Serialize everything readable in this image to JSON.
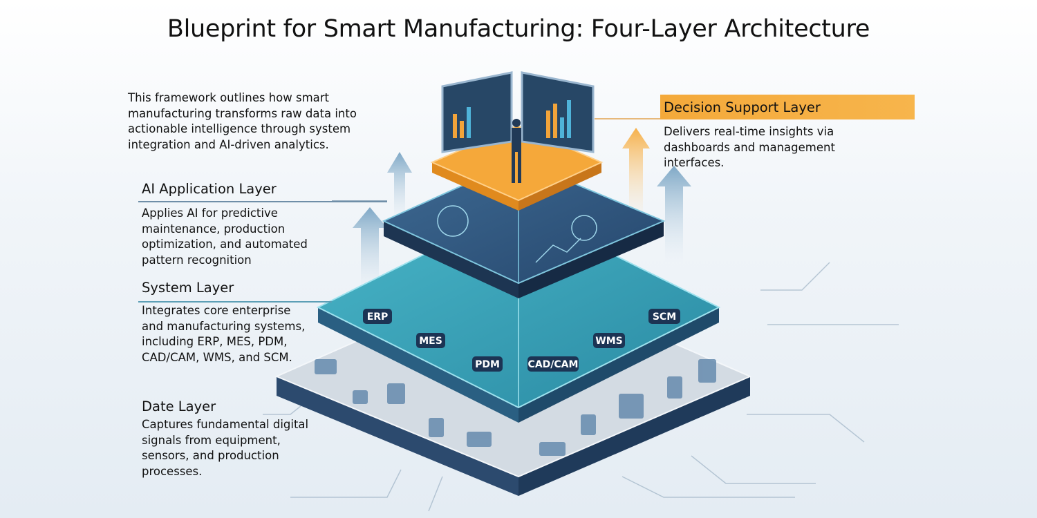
{
  "title": "Blueprint for Smart Manufacturing: Four-Layer Architecture",
  "intro": "This framework outlines how smart manufacturing transforms raw data into actionable intelligence through system integration and AI-driven analytics.",
  "layers": {
    "decision": {
      "heading": "Decision Support Layer",
      "body": "Delivers real-time insights via dashboards and management interfaces."
    },
    "ai": {
      "heading": "AI Application Layer",
      "body": "Applies AI for predictive maintenance, production optimization, and automated pattern recognition"
    },
    "system": {
      "heading": "System Layer",
      "body": "Integrates core enterprise and manufacturing systems, including ERP, MES, PDM, CAD/CAM, WMS, and SCM."
    },
    "data": {
      "heading": "Date Layer",
      "body": "Captures fundamental digital signals from equipment, sensors, and production processes."
    }
  },
  "system_badges": [
    "ERP",
    "MES",
    "PDM",
    "CAD/CAM",
    "WMS",
    "SCM"
  ],
  "colors": {
    "accent": "#f4a93a",
    "teal": "#2f9db3",
    "navy": "#1f3a5a",
    "slate": "#c9d3dc"
  }
}
